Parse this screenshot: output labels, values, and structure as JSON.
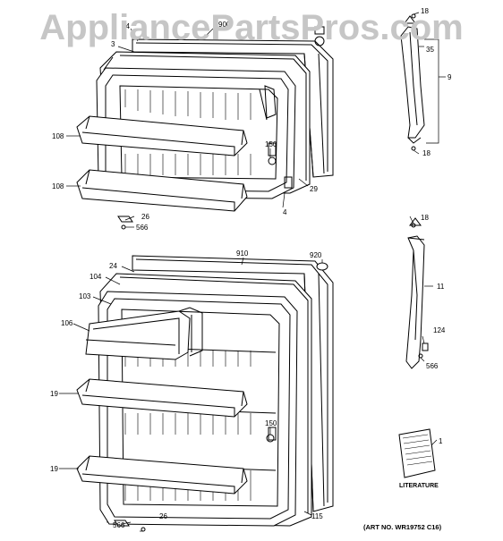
{
  "watermark": "AppliancePartsPros.com",
  "labels": {
    "l900": "900",
    "l3": "3",
    "l24a": "24",
    "l18a": "18",
    "l35": "35",
    "l9": "9",
    "l18b": "18",
    "l108a": "108",
    "l108b": "108",
    "l150a": "150",
    "l29": "29",
    "l4": "4",
    "l26a": "26",
    "l566a": "566",
    "l18c": "18",
    "l910": "910",
    "l920": "920",
    "l24b": "24",
    "l104": "104",
    "l103": "103",
    "l106": "106",
    "l11": "11",
    "l124": "124",
    "l566b": "566",
    "l19a": "19",
    "l19b": "19",
    "l150b": "150",
    "l1": "1",
    "l115": "115",
    "l566c": "566",
    "l26b": "26"
  },
  "literature_label": "LITERATURE",
  "art_number": "(ART NO. WR19752 C16)"
}
